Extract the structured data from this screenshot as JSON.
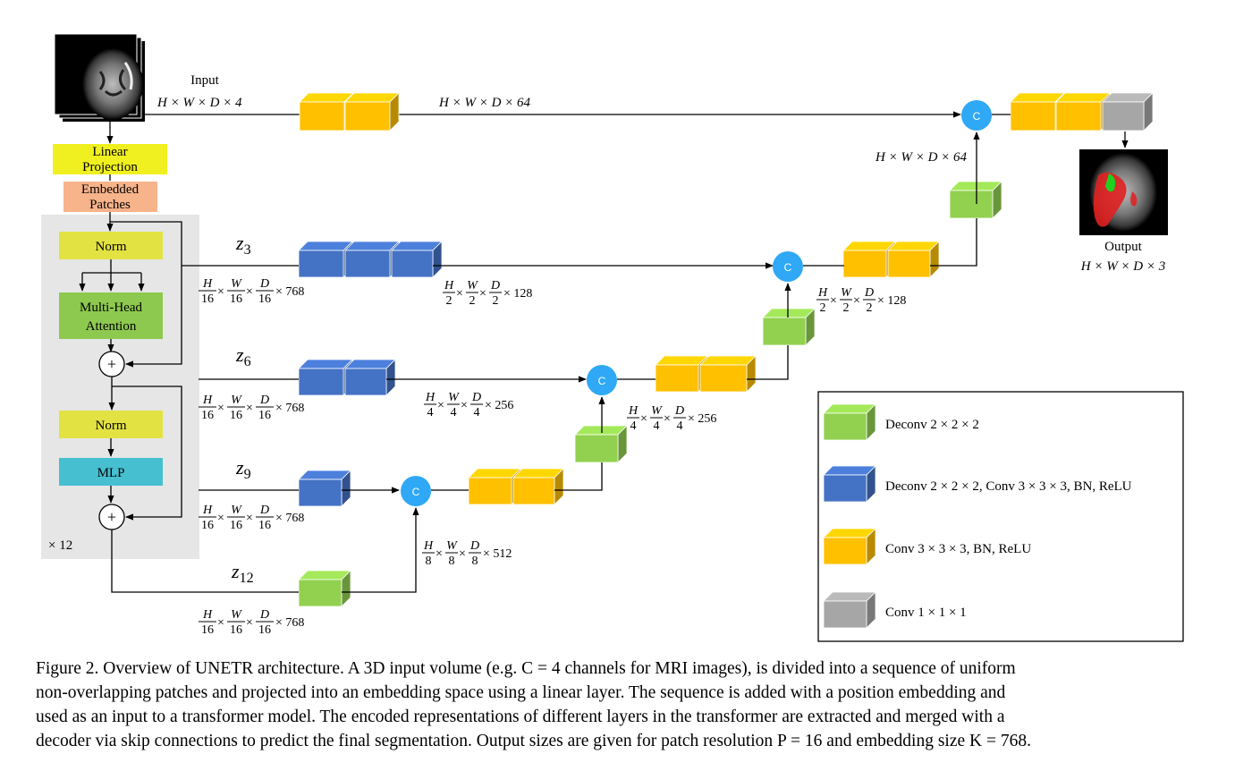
{
  "input": {
    "label": "Input",
    "dim": "H × W × D × 4"
  },
  "output": {
    "label": "Output",
    "dim": "H × W × D × 3"
  },
  "encoder": {
    "linear_projection": [
      "Linear",
      "Projection"
    ],
    "embedded_patches": [
      "Embedded",
      "Patches"
    ],
    "norm1": "Norm",
    "mha": [
      "Multi-Head",
      "Attention"
    ],
    "norm2": "Norm",
    "mlp": "MLP",
    "plus": "+",
    "repeat": "× 12"
  },
  "z_labels": {
    "z3": "z",
    "z3_sub": "3",
    "z6": "z",
    "z6_sub": "6",
    "z9": "z",
    "z9_sub": "9",
    "z12": "z",
    "z12_sub": "12"
  },
  "dims": {
    "top_mid": "H × W × D × 64",
    "top_right": "H × W × D × 64",
    "tok_num": [
      "H",
      "W",
      "D"
    ],
    "tok_den": [
      "16",
      "16",
      "16"
    ],
    "tok_tail": "× 768",
    "d2_num": [
      "H",
      "W",
      "D"
    ],
    "d2_den": [
      "2",
      "2",
      "2"
    ],
    "d2_tail": "× 128",
    "d4_num": [
      "H",
      "W",
      "D"
    ],
    "d4_den": [
      "4",
      "4",
      "4"
    ],
    "d4_tail": "× 256",
    "d8_num": [
      "H",
      "W",
      "D"
    ],
    "d8_den": [
      "8",
      "8",
      "8"
    ],
    "d8_tail": "× 512",
    "times": "×"
  },
  "concat_label": "C",
  "legend": [
    {
      "color": "#92D050",
      "label": "Deconv 2 × 2 × 2"
    },
    {
      "color": "#4472C4",
      "label": "Deconv 2 × 2 × 2,  Conv 3 × 3 × 3, BN, ReLU"
    },
    {
      "color": "#FFC000",
      "label": "Conv 3 × 3 × 3, BN, ReLU"
    },
    {
      "color": "#A6A6A6",
      "label": "Conv 1 × 1 × 1"
    }
  ],
  "colors": {
    "green": "#92D050",
    "blue": "#4472C4",
    "yellow": "#FFC000",
    "gray": "#A6A6A6",
    "concat": "#2FA8F5",
    "linear": "#F0F020",
    "embedded": "#F7B38A",
    "norm": "#E2E243",
    "mha": "#8DC94F",
    "mlp": "#46BFD0",
    "panel": "#E6E6E6"
  },
  "caption": [
    "Figure 2. Overview of UNETR architecture. A 3D input volume (e.g. C = 4 channels for MRI images), is divided into a sequence of uniform",
    "non-overlapping patches and projected into an embedding space using a linear layer. The sequence is added with a position embedding and",
    "used as an input to a transformer model. The encoded representations of different layers in the transformer are extracted and merged with a",
    "decoder via skip connections to predict the final segmentation. Output sizes are given for patch resolution P = 16 and embedding size K = 768."
  ]
}
